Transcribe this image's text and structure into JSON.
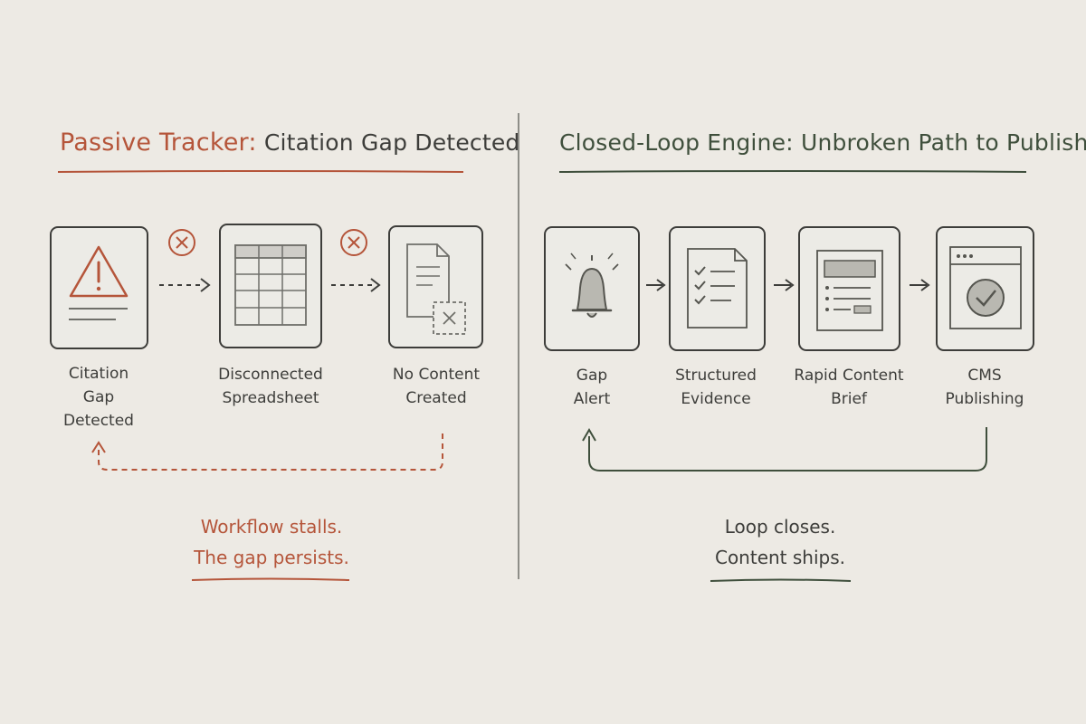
{
  "left": {
    "title_lead": "Passive Tracker:",
    "title_rest": "Citation Gap Detected",
    "nodes": [
      {
        "label": "Citation\nGap\nDetected",
        "icon": "warning-triangle-icon"
      },
      {
        "label": "Disconnected\nSpreadsheet",
        "icon": "spreadsheet-grid-icon"
      },
      {
        "label": "No Content\nCreated",
        "icon": "document-x-icon"
      }
    ],
    "connector_status_icon": "x-circle-icon",
    "caption": "Workflow stalls.\nThe gap persists."
  },
  "right": {
    "title": "Closed-Loop Engine: Unbroken Path to Publish",
    "nodes": [
      {
        "label": "Gap\nAlert",
        "icon": "bell-icon"
      },
      {
        "label": "Structured\nEvidence",
        "icon": "checklist-document-icon"
      },
      {
        "label": "Rapid Content\nBrief",
        "icon": "content-brief-icon"
      },
      {
        "label": "CMS\nPublishing",
        "icon": "browser-check-icon"
      }
    ],
    "caption": "Loop closes.\nContent ships."
  },
  "colors": {
    "background": "#edeae4",
    "accent_red": "#b5553a",
    "accent_green": "#3f4f3c",
    "ink": "#3d3d3a"
  }
}
